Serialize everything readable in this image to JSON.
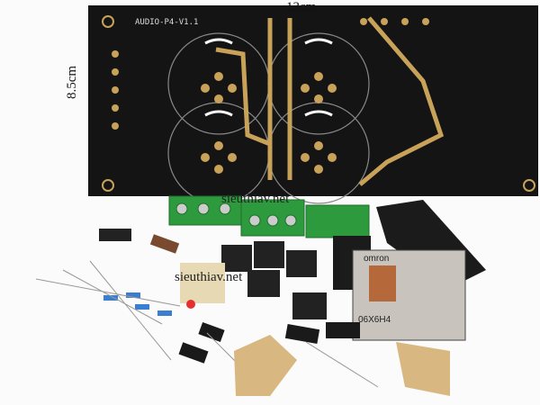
{
  "dimensions": {
    "width_label": "13cm",
    "height_label": "8.5cm"
  },
  "pcb": {
    "title": "AUDIO-P4-V1.1",
    "color": "#141414",
    "trace_color": "#c9a25a"
  },
  "watermarks": [
    "sieuthiav.net",
    "sieuthiav.net"
  ],
  "relay": {
    "brand": "omron",
    "model": "06X6H4"
  },
  "colors": {
    "terminal_green": "#2e9a3e",
    "heatsink": "#1b1b1b",
    "background": "#fbfbfb"
  }
}
